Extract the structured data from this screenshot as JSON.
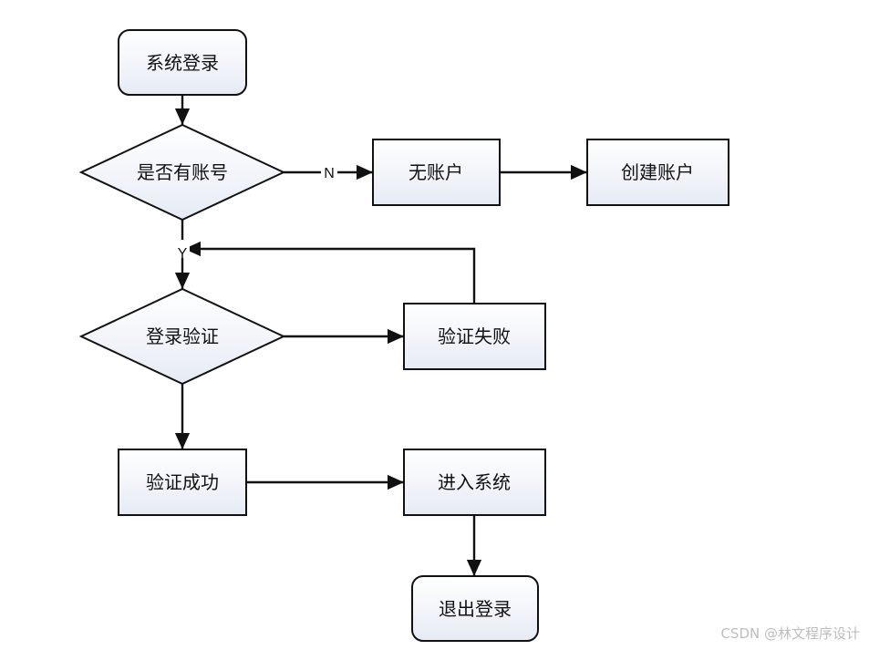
{
  "nodes": {
    "login": "系统登录",
    "has_account": "是否有账号",
    "no_account": "无账户",
    "create_account": "创建账户",
    "verify_login": "登录验证",
    "verify_fail": "验证失败",
    "verify_success": "验证成功",
    "enter_system": "进入系统",
    "logout": "退出登录"
  },
  "edge_labels": {
    "no": "N",
    "yes": "Y"
  },
  "watermark": "CSDN @林文程序设计",
  "colors": {
    "stroke": "#111111",
    "node_fill_top": "#ffffff",
    "node_fill_bottom": "#e6ebf4",
    "watermark": "#bdbdbd"
  }
}
